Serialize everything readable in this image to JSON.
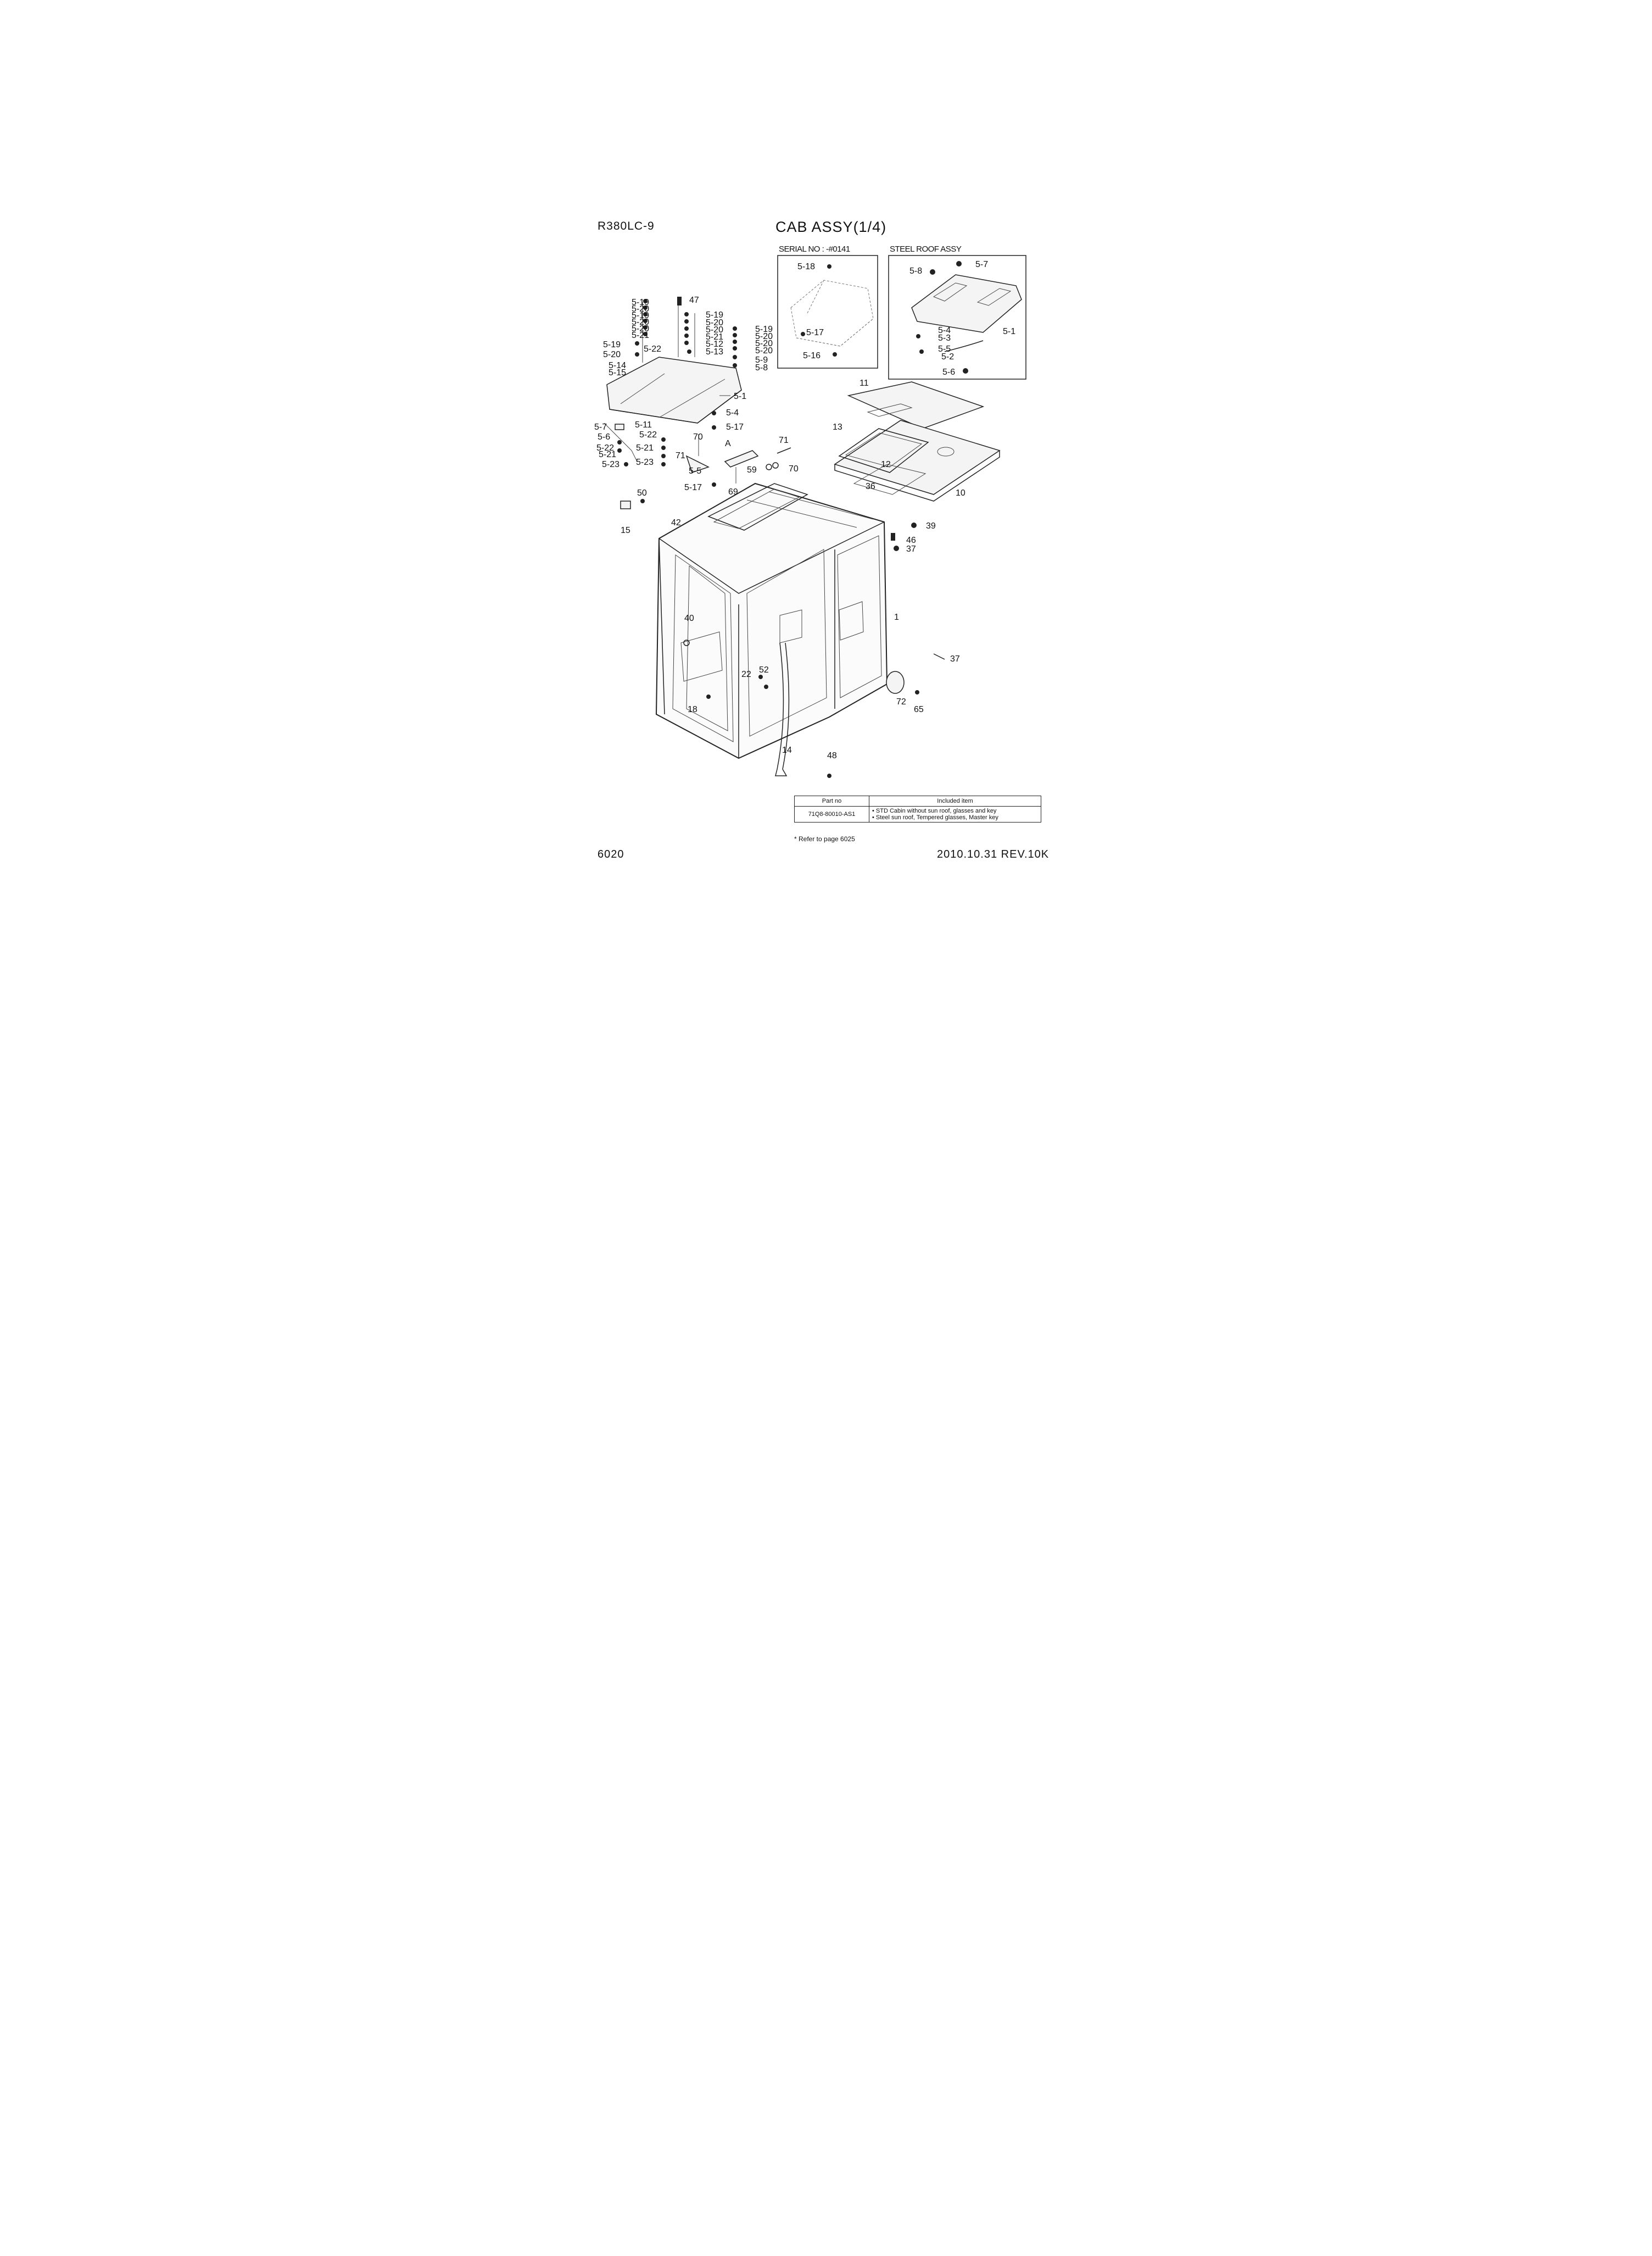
{
  "header": {
    "model": "R380LC-9",
    "title": "CAB ASSY(1/4)"
  },
  "insets": {
    "serial": {
      "title": "SERIAL NO : -#0141",
      "labels": [
        "5-18",
        "5-17",
        "5-16"
      ]
    },
    "steel_roof": {
      "title": "STEEL ROOF ASSY",
      "labels": [
        "5-8",
        "5-7",
        "5-4",
        "5-3",
        "5-5",
        "5-2",
        "5-1",
        "5-6"
      ]
    }
  },
  "callouts": {
    "hatch_left": [
      "5-19",
      "5-20",
      "5-19",
      "5-20",
      "5-20",
      "5-21",
      "5-19",
      "5-20",
      "5-14",
      "5-15"
    ],
    "hatch_mid": [
      "47",
      "5-19",
      "5-20",
      "5-20",
      "5-21",
      "5-12",
      "5-13",
      "5-22"
    ],
    "hatch_right": [
      "5-19",
      "5-20",
      "5-20",
      "5-20",
      "5-9",
      "5-8",
      "5-1",
      "5-4",
      "5-17"
    ],
    "latch": [
      "5-7",
      "5-6",
      "5-22",
      "5-21",
      "5-23",
      "5-11",
      "5-22",
      "5-21",
      "5-23",
      "70",
      "71",
      "5-5",
      "5-17",
      "A",
      "71",
      "59",
      "70",
      "69"
    ],
    "roof_panel": [
      "11",
      "13",
      "12",
      "36",
      "10",
      "39",
      "46",
      "37"
    ],
    "cab": [
      "50",
      "15",
      "42",
      "1",
      "40",
      "22",
      "52",
      "18",
      "14",
      "48",
      "37",
      "72",
      "65"
    ]
  },
  "table": {
    "headers": [
      "Part no",
      "Included item"
    ],
    "rows": [
      {
        "part_no": "71Q8-80010-AS1",
        "items": [
          "• STD Cabin without sun roof, glasses and key",
          "• Steel sun roof, Tempered glasses, Master key"
        ]
      }
    ],
    "note": "* Refer to page 6025"
  },
  "footer": {
    "page": "6020",
    "date_rev": "2010.10.31  REV.10K"
  }
}
